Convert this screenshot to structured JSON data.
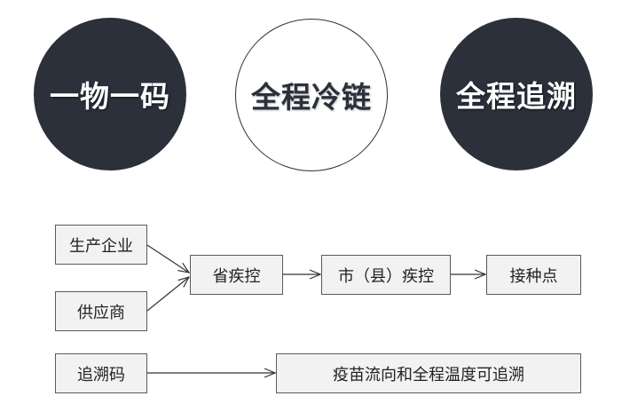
{
  "colors": {
    "dark_circle": "#2b303b",
    "box_fill": "#f2f2f2",
    "box_border": "#5a5a5a",
    "arrow": "#333333"
  },
  "circles": [
    {
      "label": "一物一码",
      "style": "dark"
    },
    {
      "label": "全程冷链",
      "style": "light"
    },
    {
      "label": "全程追溯",
      "style": "dark"
    }
  ],
  "flow": {
    "manufacturer": "生产企业",
    "supplier": "供应商",
    "provincial_cdc": "省疾控",
    "city_county_cdc": "市（县）疾控",
    "vaccination_site": "接种点"
  },
  "trace": {
    "code": "追溯码",
    "result": "疫苗流向和全程温度可追溯"
  }
}
